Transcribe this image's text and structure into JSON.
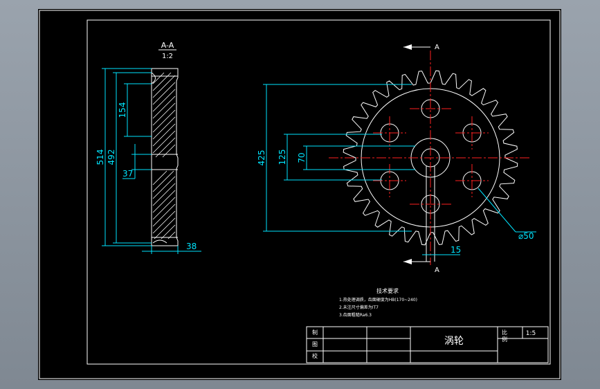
{
  "section_view": {
    "label": "A-A",
    "scale": "1:2",
    "dims": {
      "d514": "514",
      "d492": "492",
      "d154": "154",
      "d37": "37",
      "d38": "38"
    }
  },
  "front_view": {
    "section_mark": "A",
    "dims": {
      "d425": "425",
      "d125": "125",
      "d70": "70",
      "d50": "⌀50",
      "d15": "15"
    }
  },
  "tech_requirements": {
    "title": "技术要求",
    "lines": [
      "1.热处理调质，齿面硬度为HB(170~240)",
      "2.未注尺寸偏差为IT7",
      "3.齿面粗糙Ra6.3"
    ]
  },
  "title_block": {
    "part_name": "涡轮",
    "scale": "1:5",
    "left_labels": [
      "制",
      "图",
      "校"
    ],
    "right_labels": [
      "比",
      "例"
    ]
  }
}
